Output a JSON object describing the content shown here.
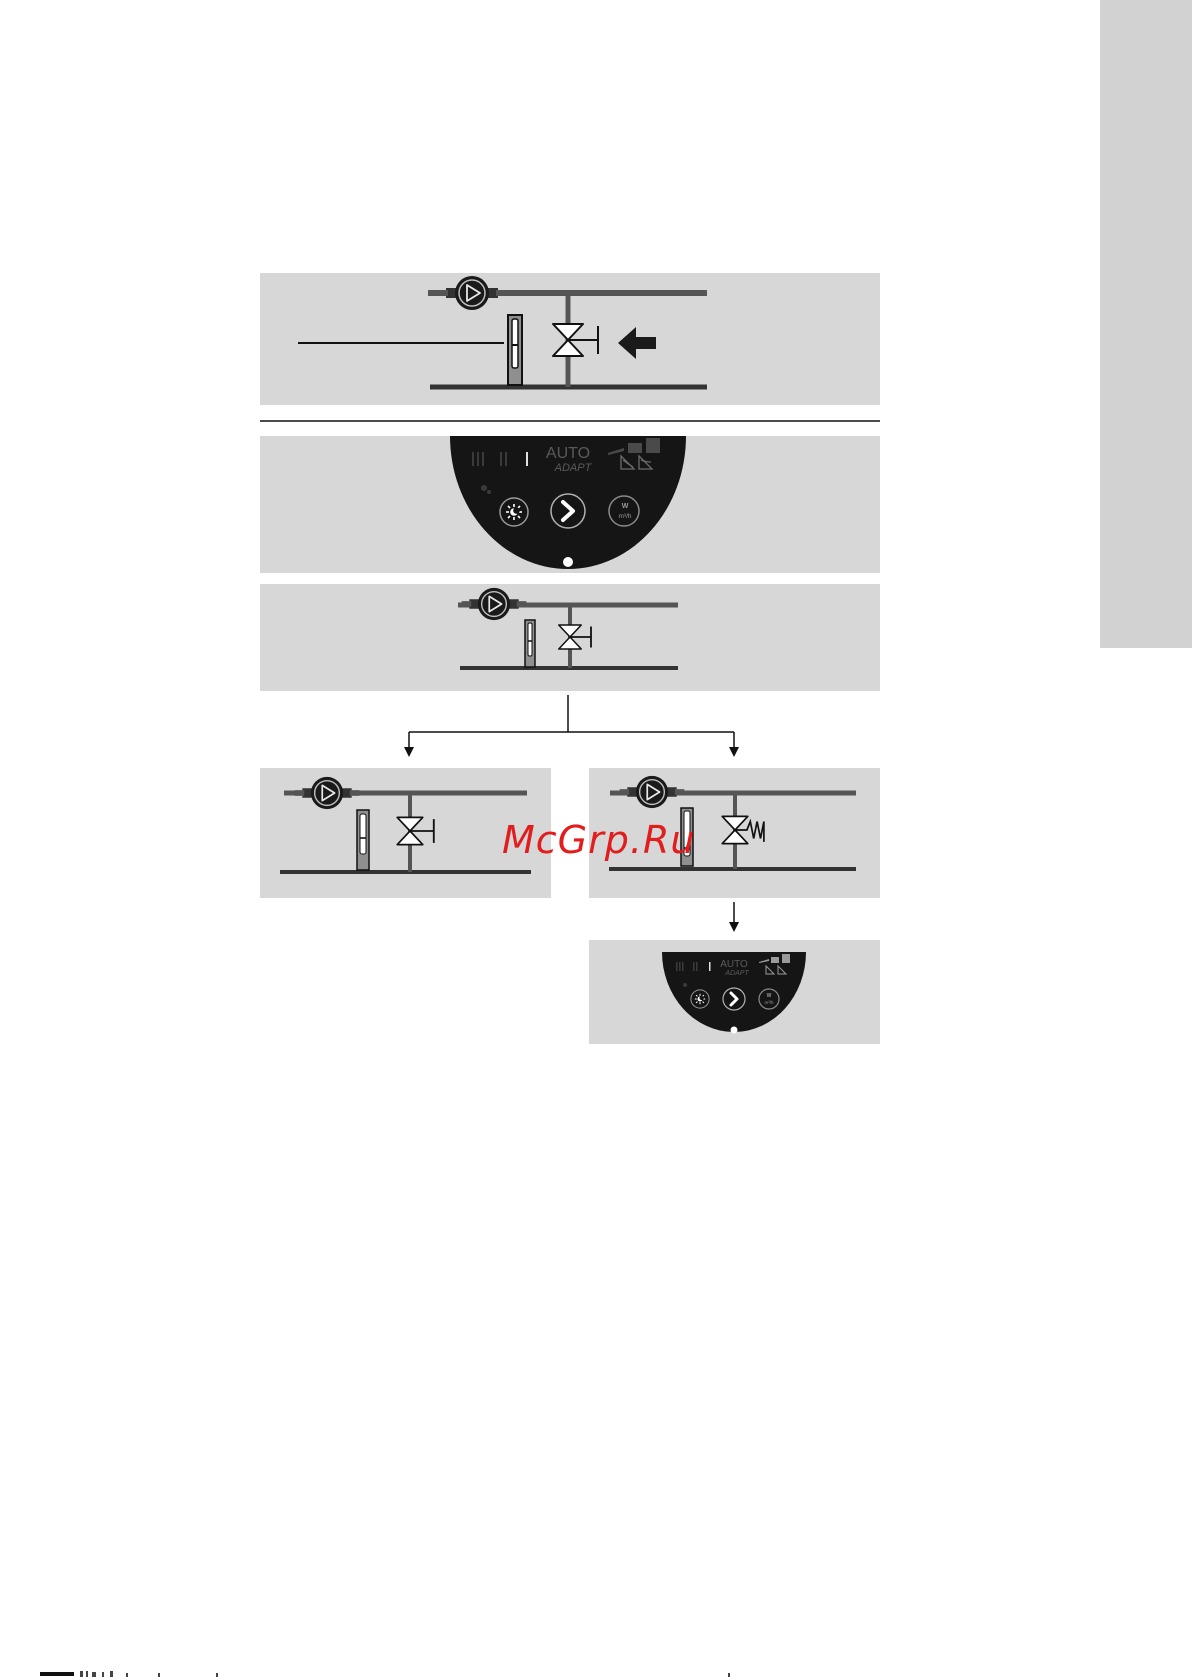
{
  "document": {
    "watermark": "McGrp.Ru"
  },
  "display": {
    "auto_label": "AUTO",
    "adapt_label": "ADAPT",
    "button_units": "m³/h",
    "button_w": "W"
  },
  "colors": {
    "panel_bg": "#d7d7d7",
    "side_tab": "#d2d2d2",
    "display_bg": "#151515",
    "pipe": "#555555",
    "watermark": "#e11d1d"
  },
  "icons": [
    "pump-icon",
    "valve-icon",
    "flowmeter-icon",
    "arrow-left-icon",
    "arrow-down-icon",
    "sleep-mode-icon",
    "next-button-icon",
    "flow-power-icon"
  ]
}
